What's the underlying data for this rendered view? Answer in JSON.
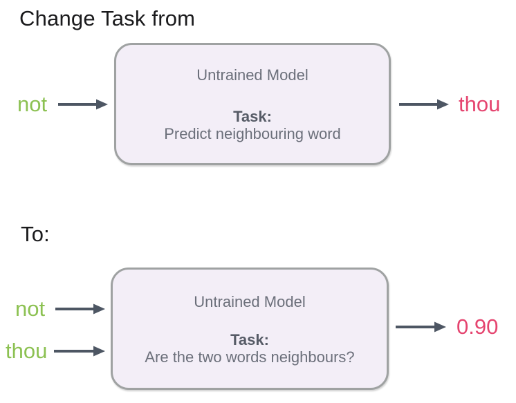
{
  "colors": {
    "green": "#8cc152",
    "pink": "#e5446f",
    "arrow": "#4d5663",
    "box-fill": "#f3eef7",
    "box-border": "#9fa2a2",
    "box-text": "#6b6f7a",
    "box-text-bold": "#565b66",
    "heading": "#1a1a1c"
  },
  "top": {
    "heading": "Change Task from",
    "input": "not",
    "model_title": "Untrained Model",
    "task_label": "Task:",
    "task_desc": "Predict neighbouring word",
    "output": "thou"
  },
  "bottom": {
    "heading": "To:",
    "inputs": [
      "not",
      "thou"
    ],
    "model_title": "Untrained Model",
    "task_label": "Task:",
    "task_desc": "Are the two words neighbours?",
    "output": "0.90"
  }
}
